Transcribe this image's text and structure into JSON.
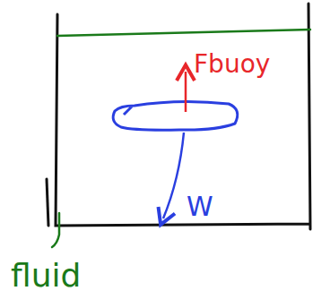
{
  "diagram": {
    "labels": [
      "Fbuoy",
      "W",
      "fluid"
    ]
  }
}
